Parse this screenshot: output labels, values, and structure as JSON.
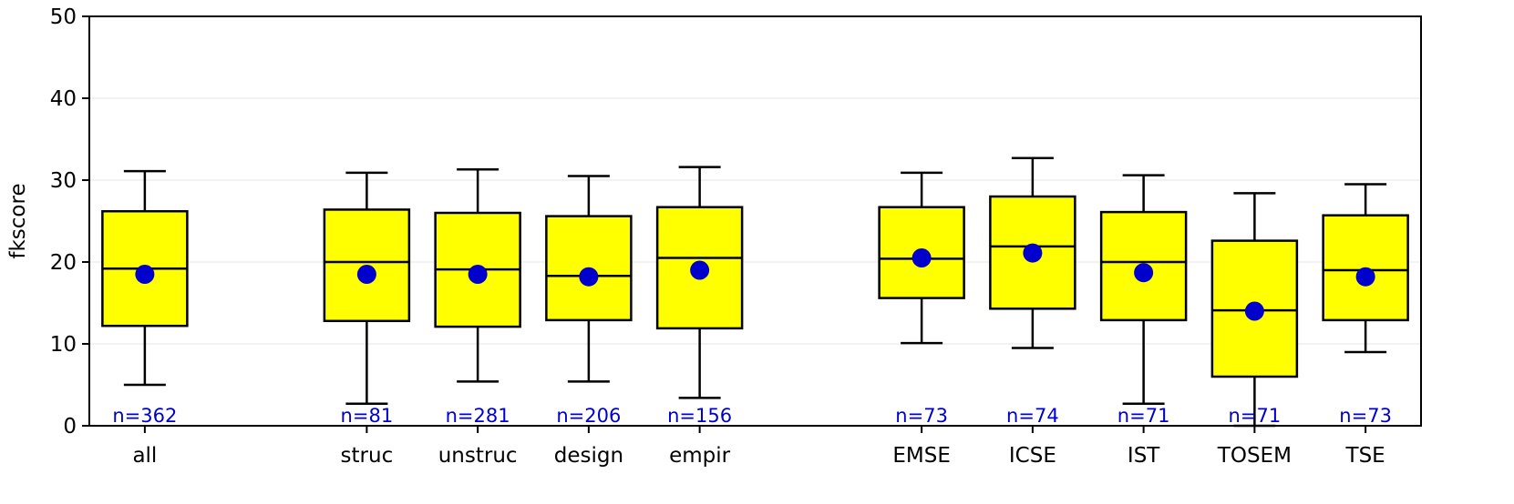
{
  "chart_data": {
    "type": "box",
    "ylabel": "fkscore",
    "xlabel": "",
    "ylim": [
      0,
      50
    ],
    "yticks": [
      0,
      10,
      20,
      30,
      40,
      50
    ],
    "grid": "horizontal",
    "colors": {
      "box_fill": "#ffff00",
      "box_stroke": "#000000",
      "mean_marker": "#0000cc",
      "n_label": "#0000cc",
      "grid": "#e6e6e6"
    },
    "boxes": [
      {
        "category": "all",
        "slot": 0,
        "whisker_low": 5.0,
        "q1": 12.2,
        "median": 19.2,
        "q3": 26.2,
        "whisker_high": 31.1,
        "mean": 18.5,
        "n_label": "n=362"
      },
      {
        "category": "struc",
        "slot": 2,
        "whisker_low": 2.7,
        "q1": 12.8,
        "median": 20.0,
        "q3": 26.4,
        "whisker_high": 30.9,
        "mean": 18.5,
        "n_label": "n=81"
      },
      {
        "category": "unstruc",
        "slot": 3,
        "whisker_low": 5.4,
        "q1": 12.1,
        "median": 19.1,
        "q3": 26.0,
        "whisker_high": 31.3,
        "mean": 18.5,
        "n_label": "n=281"
      },
      {
        "category": "design",
        "slot": 4,
        "whisker_low": 5.4,
        "q1": 12.9,
        "median": 18.3,
        "q3": 25.6,
        "whisker_high": 30.5,
        "mean": 18.2,
        "n_label": "n=206"
      },
      {
        "category": "empir",
        "slot": 5,
        "whisker_low": 3.4,
        "q1": 11.9,
        "median": 20.5,
        "q3": 26.7,
        "whisker_high": 31.6,
        "mean": 19.0,
        "n_label": "n=156"
      },
      {
        "category": "EMSE",
        "slot": 7,
        "whisker_low": 10.1,
        "q1": 15.6,
        "median": 20.4,
        "q3": 26.7,
        "whisker_high": 30.9,
        "mean": 20.5,
        "n_label": "n=73"
      },
      {
        "category": "ICSE",
        "slot": 8,
        "whisker_low": 9.5,
        "q1": 14.3,
        "median": 21.9,
        "q3": 28.0,
        "whisker_high": 32.7,
        "mean": 21.1,
        "n_label": "n=74"
      },
      {
        "category": "IST",
        "slot": 9,
        "whisker_low": 2.7,
        "q1": 12.9,
        "median": 20.0,
        "q3": 26.1,
        "whisker_high": 30.6,
        "mean": 18.7,
        "n_label": "n=71"
      },
      {
        "category": "TOSEM",
        "slot": 10,
        "whisker_low": 0.0,
        "q1": 6.0,
        "median": 14.1,
        "q3": 22.6,
        "whisker_high": 28.4,
        "mean": 14.0,
        "n_label": "n=71"
      },
      {
        "category": "TSE",
        "slot": 11,
        "whisker_low": 9.0,
        "q1": 12.9,
        "median": 19.0,
        "q3": 25.7,
        "whisker_high": 29.5,
        "mean": 18.2,
        "n_label": "n=73"
      }
    ]
  }
}
